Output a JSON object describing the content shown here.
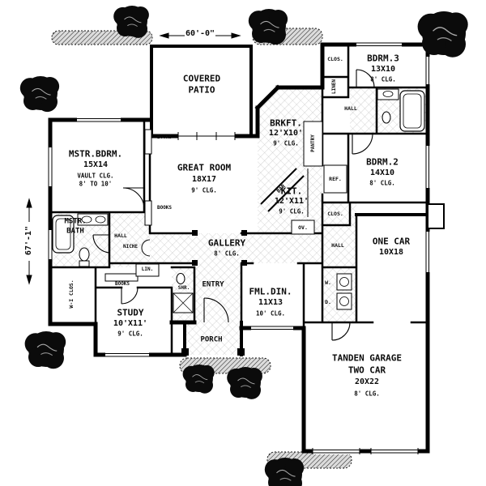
{
  "dimensions": {
    "width": "60'-0\"",
    "height": "67'-1\""
  },
  "rooms": {
    "covered_patio": {
      "l1": "COVERED",
      "l2": "PATIO"
    },
    "mstr_bdrm": {
      "name": "MSTR.BDRM.",
      "size": "15X14",
      "clg1": "VAULT CLG.",
      "clg2": "8' TO 10'"
    },
    "great_room": {
      "name": "GREAT ROOM",
      "size": "18X17",
      "clg": "9' CLG."
    },
    "brkft": {
      "name": "BRKFT.",
      "size": "12'X10'",
      "clg": "9' CLG."
    },
    "kit": {
      "name": "KIT.",
      "size": "12'X11'",
      "clg": "9' CLG."
    },
    "bdrm3": {
      "name": "BDRM.3",
      "size": "13X10",
      "clg": "8' CLG."
    },
    "bdrm2": {
      "name": "BDRM.2",
      "size": "14X10",
      "clg": "8' CLG."
    },
    "mstr_bath": {
      "l1": "MSTR.",
      "l2": "BATH"
    },
    "gallery": {
      "name": "GALLERY",
      "clg": "8' CLG."
    },
    "one_car": {
      "name": "ONE CAR",
      "size": "10X18"
    },
    "fml_din": {
      "name": "FML.DIN.",
      "size": "11X13",
      "clg": "10' CLG."
    },
    "study": {
      "name": "STUDY",
      "size": "10'X11'",
      "clg": "9' CLG."
    },
    "entry": "ENTRY",
    "porch": "PORCH",
    "tandem_garage": {
      "l1": "TANDEN GARAGE",
      "l2": "TWO CAR",
      "size": "20X22",
      "clg": "8' CLG."
    },
    "wi_clos": "W-I CLOS."
  },
  "labels": {
    "clos_bdrm3": "CLOS.",
    "linen": "LINEN",
    "hall_top": "HALL",
    "pantry": "PANTRY",
    "books_top": "BOOKS",
    "books_bottom": "BOOKS",
    "books_study": "BOOKS",
    "bar": "BAR",
    "ref": "REF.",
    "clos_hall": "CLOS.",
    "oven": "OV.",
    "hall_mstr": "HALL",
    "niche": "NICHE",
    "hall_right": "HALL",
    "lin": "LIN.",
    "shr": "SHR.",
    "washer": "W.",
    "dryer": "D."
  }
}
